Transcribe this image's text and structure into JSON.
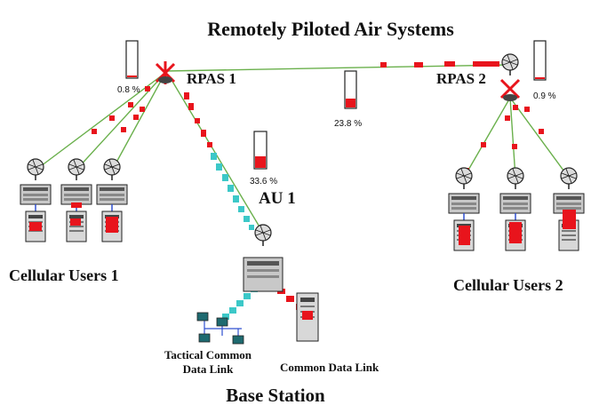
{
  "title": "Remotely Piloted Air Systems",
  "nodes": {
    "rpas1": {
      "label": "RPAS 1",
      "utilization": "0.8 %",
      "level": 0.008
    },
    "rpas2": {
      "label": "RPAS 2",
      "utilization": "0.9 %",
      "level": 0.009
    },
    "au1": {
      "label": "AU 1",
      "utilization": "33.6 %",
      "level": 0.336
    },
    "inter_link": {
      "utilization": "23.8 %",
      "level": 0.238
    }
  },
  "groups": {
    "cellular1": "Cellular Users 1",
    "cellular2": "Cellular Users 2",
    "base_station": "Base Station",
    "tactical_line1": "Tactical Common",
    "tactical_line2": "Data Link",
    "common_data_link": "Common Data Link"
  },
  "colors": {
    "link": "#6ab04c",
    "traffic_red": "#e8141c",
    "traffic_cyan": "#3cc8c8",
    "meter_fill": "#e8141c"
  }
}
